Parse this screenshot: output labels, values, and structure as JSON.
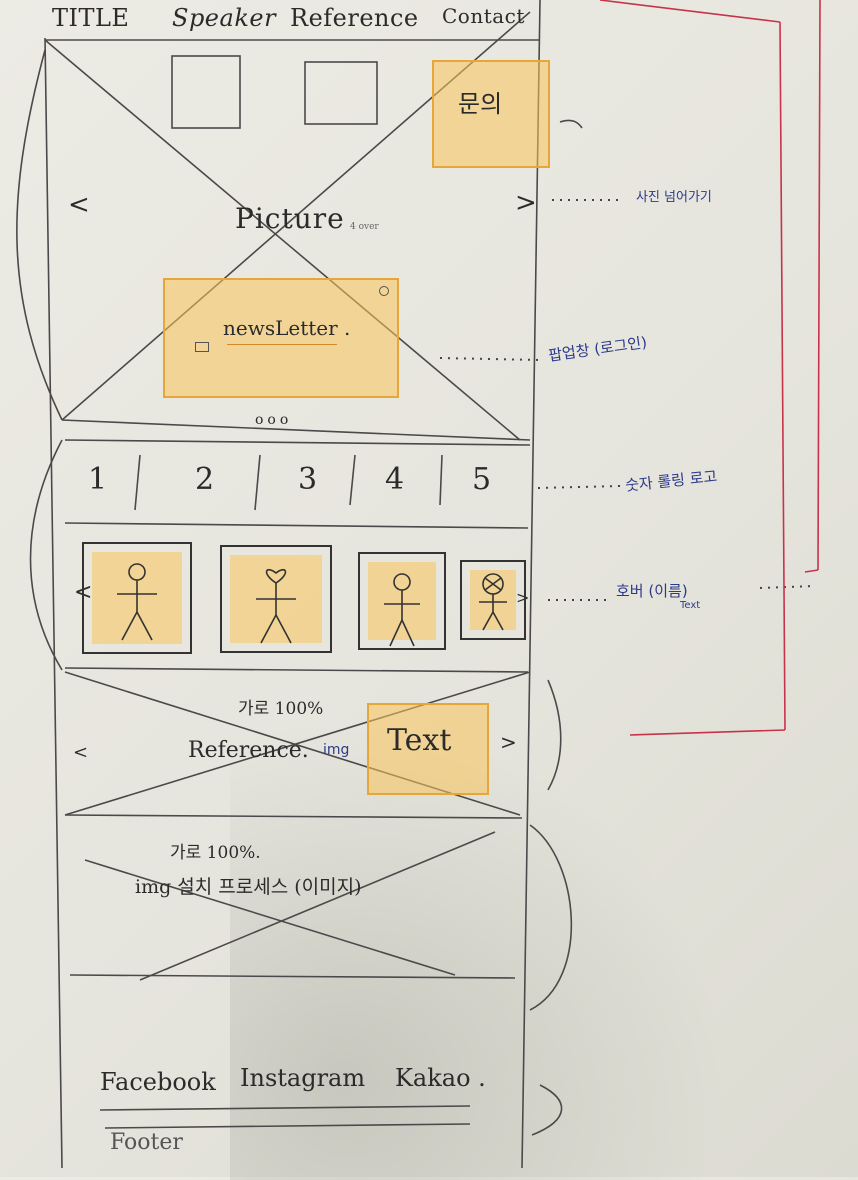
{
  "nav": {
    "title": "TITLE",
    "speaker": "Speaker",
    "reference": "Reference",
    "contact": "Contact"
  },
  "hero": {
    "inquiry": "문의",
    "picture": "Picture",
    "picture_small": "4 over",
    "prev": "<",
    "next": ">",
    "newsletter": "newsLetter .",
    "dots": "ooo"
  },
  "pagination": {
    "items": [
      "1",
      "2",
      "3",
      "4",
      "5"
    ]
  },
  "speakers": {
    "prev": "<",
    "next": ">"
  },
  "reference": {
    "note": "가로 100%",
    "label": "Reference.",
    "img": "img",
    "text": "Text",
    "prev": "<",
    "next": ">"
  },
  "process": {
    "note": "가로 100%.",
    "label": "img 설치 프로세스 (이미지)"
  },
  "social": {
    "facebook": "Facebook",
    "instagram": "Instagram",
    "kakao": "Kakao ."
  },
  "footer": {
    "label": "Footer"
  },
  "annotations": {
    "slide": "사진 넘어가기",
    "popup": "팝업창 (로그인)",
    "numbers": "숫자 롤링 로고",
    "hover": "호버 (이름)",
    "hover_text": "Text"
  },
  "colors": {
    "accent_orange": "#f7b44a",
    "pen_blue": "#2c3a8a",
    "pen_red": "#c8324a",
    "paper": "#eae9e2"
  }
}
